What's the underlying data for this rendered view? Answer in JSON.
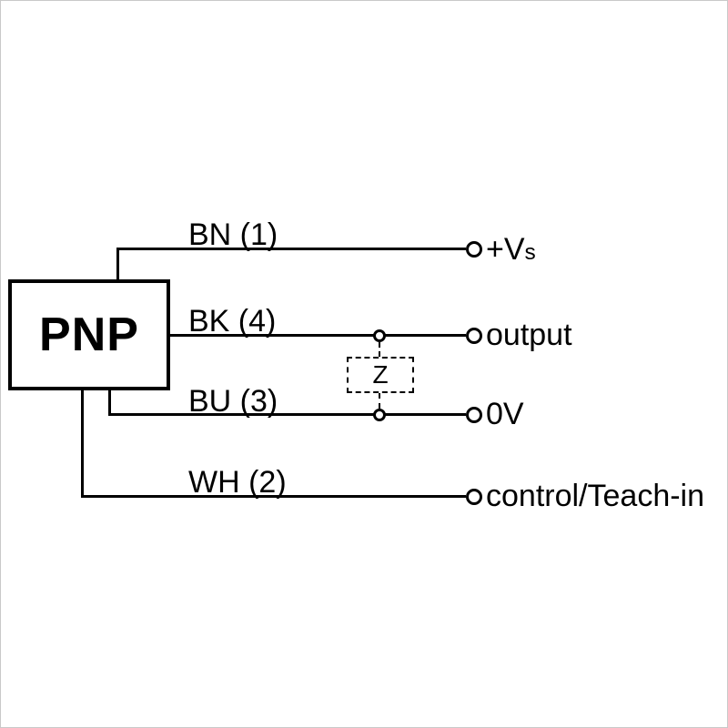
{
  "device": {
    "label": "PNP"
  },
  "wires": {
    "bn": {
      "label": "BN (1)",
      "terminal": "+V",
      "terminal_sub": "s"
    },
    "bk": {
      "label": "BK (4)",
      "terminal": "output"
    },
    "bu": {
      "label": "BU (3)",
      "terminal": "0V"
    },
    "wh": {
      "label": "WH (2)",
      "terminal": "control/Teach-in"
    }
  },
  "impedance": {
    "label": "Z"
  },
  "colors": {
    "line": "#000000",
    "background": "#ffffff",
    "frame": "#c9c9c9"
  }
}
